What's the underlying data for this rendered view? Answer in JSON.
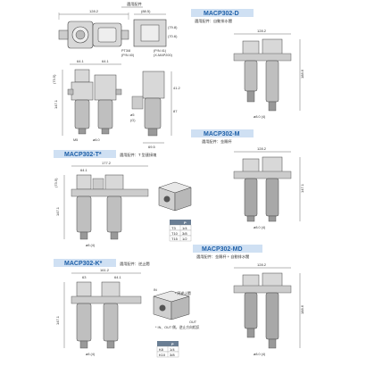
{
  "colors": {
    "accent_blue": "#1d5fa8",
    "bar_bg": "#cfe0f3",
    "table_header": "#6a7e94",
    "line": "#444444",
    "component_fill": "#d8d8d8",
    "bowl_fill": "#bfbfbf"
  },
  "top_view": {
    "label": "選用配件",
    "dim_width": "128.2",
    "dim_a": "(88.5)",
    "dim_b": "(79.8)",
    "dim_c": "(70.6)",
    "port_left": "PT3/8",
    "port_left_sub": "(P/N 40)",
    "port_right": "(P/N 41)",
    "port_right_sub": "(X-MAP200)"
  },
  "front_view_main": {
    "dim_left": "64.1",
    "dim_right": "64.1",
    "dim_height": "147.1",
    "dim_top": "(73.5)",
    "dim_side": "41.2",
    "dim_side2": "87",
    "dim_bottom": "69.5",
    "dim_small_a": "ø5",
    "dim_small_b": "(G)",
    "label_p1": "M5",
    "label_p2": "ø8.0"
  },
  "sections": {
    "d": {
      "title": "MACP302-D",
      "subtitle": "選用配件：自動排水閥",
      "dim_width": "128.2",
      "dim_height": "188.6",
      "dim_bottom": "ø8.0 (4)"
    },
    "m": {
      "title": "MACP302-M",
      "subtitle": "選用配件：金屬杯",
      "dim_width": "128.2",
      "dim_height": "147.1",
      "dim_bottom": "ø8.0 (4)"
    },
    "t": {
      "title": "MACP302-T*",
      "subtitle": "選用配件：T 型連接塊",
      "dim_width": "177.2",
      "dim_left": "64.1",
      "dim_height": "147.1",
      "dim_side": "(73.5)",
      "dim_bottom": "ø8 (4)"
    },
    "md": {
      "title": "MACP302-MD",
      "subtitle": "選用配件：金屬杯 + 自動排水閥",
      "dim_width": "128.2",
      "dim_height": "188.6",
      "dim_bottom": "ø8.0 (4)"
    },
    "k": {
      "title": "MACP302-K*",
      "subtitle": "選用配件：逆止閥",
      "dim_width": "161.2",
      "dim_left": "63",
      "dim_right": "64.1",
      "dim_height": "147.1",
      "dim_bottom": "ø8 (4)",
      "in_label": "IN",
      "out_label": "OUT",
      "check_note": "* IN、OUT 側，逆止方向相反",
      "check_note2": "* 同逆止閥"
    }
  },
  "table_t": {
    "header": [
      "",
      "P"
    ],
    "rows": [
      [
        "T3",
        "1/4"
      ],
      [
        "T10",
        "3/8"
      ],
      [
        "T15",
        "1/2"
      ]
    ]
  },
  "table_k": {
    "header": [
      "",
      "P"
    ],
    "rows": [
      [
        "K8",
        "1/4"
      ],
      [
        "K10",
        "3/8"
      ]
    ]
  }
}
